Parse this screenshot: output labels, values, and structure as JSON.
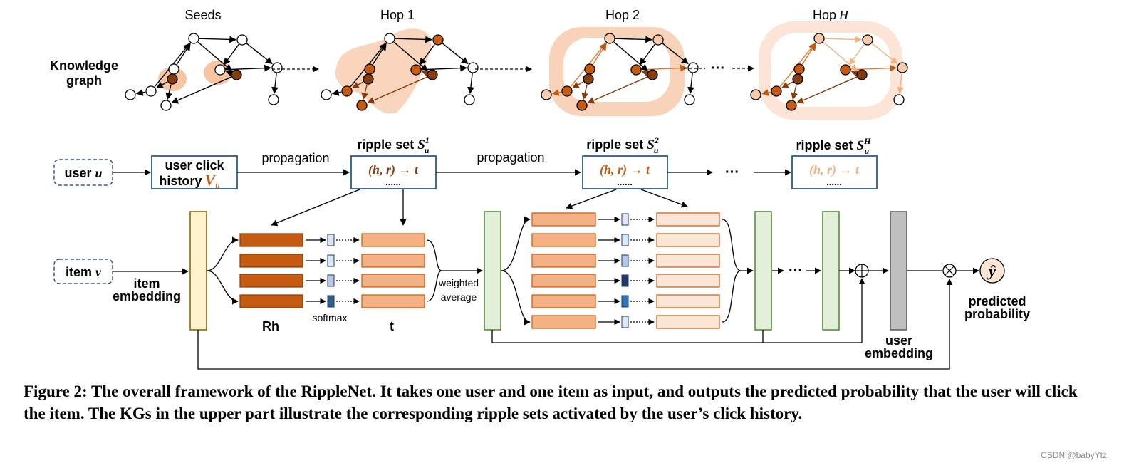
{
  "hops": {
    "seeds": "Seeds",
    "hop1": "Hop 1",
    "hop2_prefix": "Hop 2",
    "hopH_prefix": "Hop",
    "hopH_sym": "H"
  },
  "kg_label": {
    "line1": "Knowledge",
    "line2": "graph"
  },
  "pipeline": {
    "user_prefix": "user",
    "user_sym": "u",
    "click_line1": "user click",
    "click_line2_prefix": "history",
    "click_sym": "V",
    "click_sub": "u",
    "propagation": "propagation",
    "ripple_set_label": "ripple set",
    "ripple_set_sym": "S",
    "ripple_sub": "u",
    "ripple_sup_1": "1",
    "ripple_sup_2": "2",
    "ripple_sup_H": "H",
    "triple_text": "(h, r) → t",
    "ellipsis": "......",
    "dots": "···"
  },
  "item": {
    "prefix": "item",
    "sym": "v",
    "emb_line1": "item",
    "emb_line2": "embedding"
  },
  "labels": {
    "rh": "Rh",
    "softmax": "softmax",
    "t": "t",
    "weighted": "weighted",
    "average": "average",
    "user_emb_line1": "user",
    "user_emb_line2": "embedding",
    "pred_line1": "predicted",
    "pred_line2": "probability",
    "yhat": "ŷ",
    "dots": "···"
  },
  "caption": "Figure 2: The overall framework of the RippleNet. It takes one user and one item as input, and outputs the predicted probability that the user will click the item. The KGs in the upper part illustrate the corresponding ripple sets activated by the user’s click history.",
  "watermark": "CSDN @babyYtz",
  "colors": {
    "dark_orange": "#c55a11",
    "mid_orange": "#e07a2f",
    "light_orange": "#f4b183",
    "pale_orange": "#fbe5d6",
    "halo": "#f8cbad",
    "halo_pale": "#fce4d6",
    "dark_brown": "#843c0c",
    "box_blue": "#2e5b8a",
    "yellow": "#fff2cc",
    "green": "#e2f0d9",
    "green_border": "#548235",
    "gray": "#bfbfbf"
  }
}
